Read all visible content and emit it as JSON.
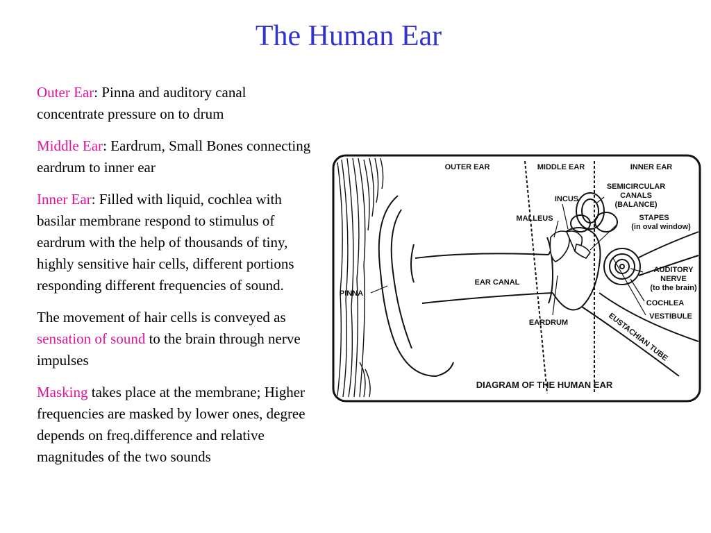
{
  "slide": {
    "title": "The Human Ear",
    "paragraphs": [
      {
        "highlight": "Outer Ear",
        "text": ": Pinna and auditory canal concentrate pressure on to drum"
      },
      {
        "highlight": "Middle Ear",
        "text": ": Eardrum, Small Bones connecting eardrum to inner ear"
      },
      {
        "highlight": "Inner Ear",
        "text": ": Filled with liquid, cochlea with basilar membrane respond to stimulus of eardrum with the help of thousands of tiny, highly sensitive hair cells, different portions responding different frequencies of sound."
      },
      {
        "before": "The movement of hair cells is conveyed as ",
        "highlight": "sensation of sound",
        "after": " to the brain through nerve impulses"
      },
      {
        "highlight": "Masking",
        "text": " takes place at the membrane; Higher frequencies are masked by lower ones, degree depends on freq.difference and relative magnitudes of the two sounds"
      }
    ],
    "highlight_color": "#e0139b",
    "title_color": "#3333cc"
  },
  "diagram": {
    "caption": "DIAGRAM OF THE HUMAN EAR",
    "labels": {
      "outer_ear": "OUTER EAR",
      "middle_ear": "MIDDLE EAR",
      "inner_ear": "INNER EAR",
      "semicircular_1": "SEMICIRCULAR",
      "semicircular_2": "CANALS",
      "semicircular_3": "(BALANCE)",
      "incus": "INCUS",
      "malleus": "MALLEUS",
      "stapes_1": "STAPES",
      "stapes_2": "(in oval window)",
      "auditory_1": "AUDITORY",
      "auditory_2": "NERVE",
      "auditory_3": "(to the brain)",
      "ear_canal": "EAR CANAL",
      "pinna": "PINNA",
      "cochlea": "COCHLEA",
      "vestibule": "VESTIBULE",
      "eardrum": "EARDRUM",
      "eustachian": "EUSTACHIAN TUBE"
    }
  }
}
